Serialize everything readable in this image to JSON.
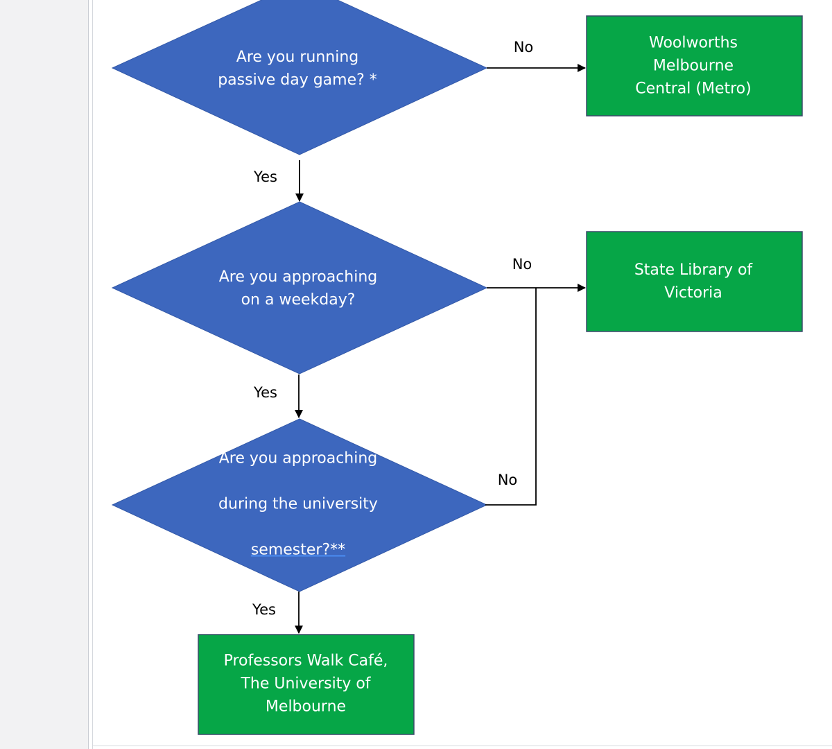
{
  "flowchart": {
    "decisions": [
      {
        "id": "d1",
        "text": "Are you running\npassive day game? *"
      },
      {
        "id": "d2",
        "text": "Are you approaching\non a weekday?"
      },
      {
        "id": "d3",
        "line1": "Are you approaching",
        "line2": "during the university",
        "line3": "semester?**"
      }
    ],
    "outcomes": [
      {
        "id": "o1",
        "text": "Woolworths Melbourne\nCentral (Metro)"
      },
      {
        "id": "o2",
        "text": "State Library of Victoria"
      },
      {
        "id": "o3",
        "text": "Professors Walk Café,\nThe University of\nMelbourne"
      }
    ],
    "edge_labels": {
      "d1_no": "No",
      "d1_yes": "Yes",
      "d2_no": "No",
      "d2_yes": "Yes",
      "d3_no": "No",
      "d3_yes": "Yes"
    },
    "colors": {
      "decision_fill": "#3d67be",
      "decision_stroke": "#3359a8",
      "outcome_fill": "#06a647",
      "outcome_stroke": "#3a4a6a",
      "connector": "#000000"
    }
  }
}
